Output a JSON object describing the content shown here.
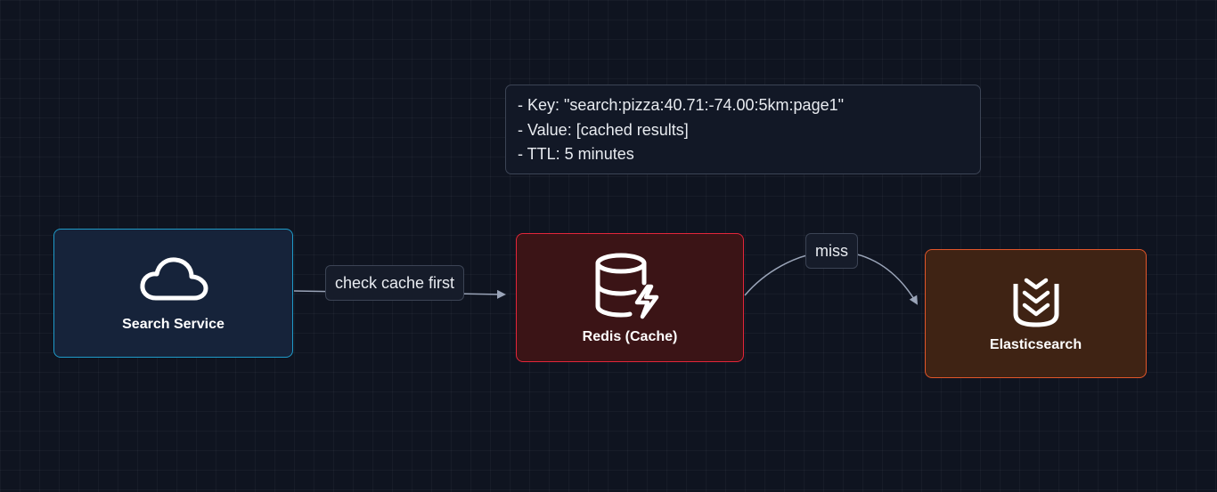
{
  "nodes": {
    "search_service": {
      "label": "Search Service",
      "icon": "cloud-icon",
      "border_color": "#1f9bc9",
      "fill_color": "#16233a"
    },
    "redis": {
      "label": "Redis (Cache)",
      "icon": "database-bolt-icon",
      "border_color": "#e3263a",
      "fill_color": "#3b1416"
    },
    "elasticsearch": {
      "label": "Elasticsearch",
      "icon": "elasticsearch-icon",
      "border_color": "#e2562a",
      "fill_color": "#3f2314"
    }
  },
  "edges": {
    "check_cache": {
      "label": "check cache first"
    },
    "miss": {
      "label": "miss"
    }
  },
  "note": {
    "lines": [
      "- Key: \"search:pizza:40.71:-74.00:5km:page1\"",
      "- Value: [cached results]",
      "- TTL: 5 minutes"
    ]
  }
}
